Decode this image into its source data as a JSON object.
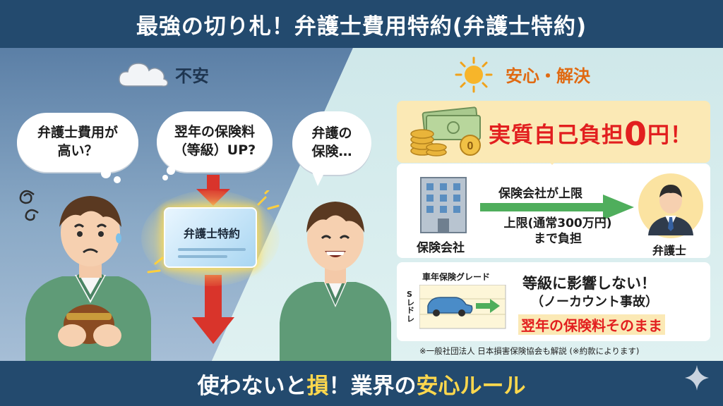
{
  "header": {
    "title": "最強の切り札！弁護士費用特約(弁護士特約)"
  },
  "left": {
    "label": "不安",
    "bubble_fee": [
      "弁護士費用が",
      "高い？"
    ],
    "bubble_premium": [
      "翌年の保険料",
      "（等級）UP?"
    ],
    "card_label": "弁護士特約"
  },
  "middle": {
    "bubble_thought": [
      "弁護の",
      "保険…"
    ]
  },
  "right": {
    "label": "安心・解決",
    "cost_prefix": "実質自己負担",
    "cost_zero": "0",
    "cost_suffix": "円！",
    "company_label": "保険会社",
    "flow_top": "保険会社が上限",
    "flow_bottom": [
      "上限(通常300万円)",
      "まで負担"
    ],
    "lawyer_label": "弁護士",
    "grade_title": "車年保険グレード",
    "grade_axis": "Sレドレ",
    "no_effect": "等級に影響しない！",
    "no_count": "（ノーカウント事故）",
    "premium_same": "翌年の保険料そのまま"
  },
  "note": "※一般社団法人 日本損害保険協会も解説 (※約款によります)",
  "footer": {
    "prefix": "使わないと",
    "loss": "損",
    "middle": "！業界の",
    "safe": "安心ルール"
  },
  "colors": {
    "navy": "#234a6e",
    "red": "#e21f1f",
    "orange": "#e06a12",
    "green": "#4fae5c",
    "yellow": "#ffd84d"
  }
}
